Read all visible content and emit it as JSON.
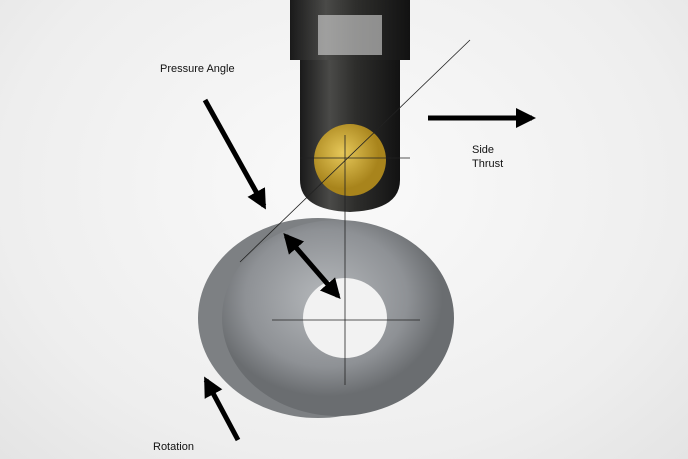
{
  "labels": {
    "pressure_angle": "Pressure Angle",
    "side_thrust_line1": "Side",
    "side_thrust_line2": "Thrust",
    "rotation": "Rotation"
  },
  "colors": {
    "arrow": "#000000",
    "brass": "#c9a52a",
    "steel": "#8d9094",
    "follower": "#2b2b2b"
  }
}
